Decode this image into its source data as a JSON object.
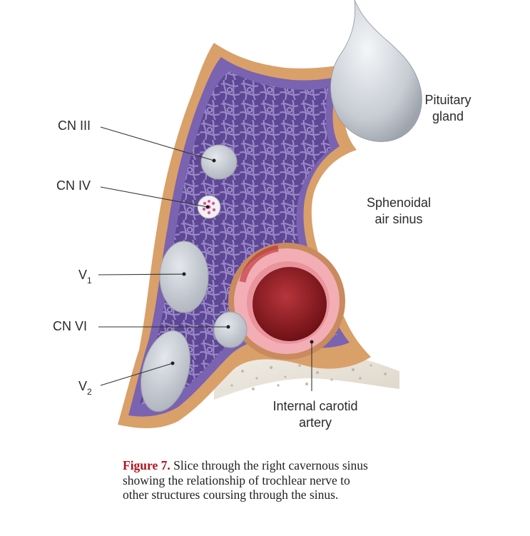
{
  "labels": {
    "cn3": "CN III",
    "cn4": "CN IV",
    "v1": "V",
    "v1_sub": "1",
    "cn6": "CN VI",
    "v2": "V",
    "v2_sub": "2",
    "pituitary_1": "Pituitary",
    "pituitary_2": "gland",
    "sphenoid_1": "Sphenoidal",
    "sphenoid_2": "air sinus",
    "carotid_1": "Internal carotid",
    "carotid_2": "artery"
  },
  "caption": {
    "figure": "Figure 7.",
    "line1": " Slice through the right cavernous sinus",
    "line2": "showing the relationship of trochlear nerve to",
    "line3": "other structures coursing through the sinus."
  },
  "colors": {
    "dura": "#d9a06a",
    "sinus_purple": "#6b4f9e",
    "sinus_light": "#9a86c4",
    "nerve_fill": "#c9cdd6",
    "artery_wall": "#f0a8b0",
    "artery_lumen": "#8c1c22",
    "bone": "#e6e1d7",
    "caption_red": "#b3121f"
  }
}
